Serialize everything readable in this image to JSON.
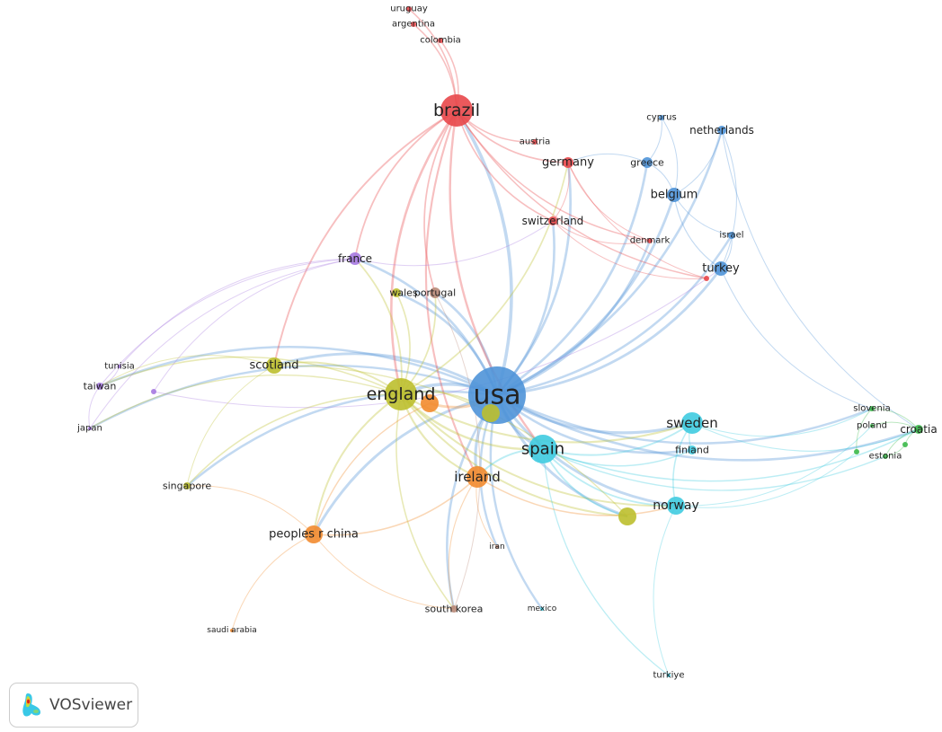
{
  "clusters": {
    "red": "#e8474a",
    "blue": "#4f93d8",
    "purple": "#a679e0",
    "yellow": "#bcbf2e",
    "orange": "#f28b2f",
    "brown": "#b98a78",
    "cyan": "#3fcbe0",
    "green": "#3cb94a"
  },
  "nodes": [
    {
      "id": "brazil",
      "label": "brazil",
      "cluster": "red"
    },
    {
      "id": "germany",
      "label": "germany",
      "cluster": "red"
    },
    {
      "id": "switzerland",
      "label": "switzerland",
      "cluster": "red"
    },
    {
      "id": "austria",
      "label": "austria",
      "cluster": "red"
    },
    {
      "id": "denmark",
      "label": "denmark",
      "cluster": "red"
    },
    {
      "id": "uruguay",
      "label": "uruguay",
      "cluster": "red"
    },
    {
      "id": "argentina",
      "label": "argentina",
      "cluster": "red"
    },
    {
      "id": "colombia",
      "label": "colombia",
      "cluster": "red"
    },
    {
      "id": "red-x",
      "label": "",
      "cluster": "red"
    },
    {
      "id": "usa",
      "label": "usa",
      "cluster": "blue"
    },
    {
      "id": "belgium",
      "label": "belgium",
      "cluster": "blue"
    },
    {
      "id": "turkey",
      "label": "turkey",
      "cluster": "blue"
    },
    {
      "id": "netherlands",
      "label": "netherlands",
      "cluster": "blue"
    },
    {
      "id": "greece",
      "label": "greece",
      "cluster": "blue"
    },
    {
      "id": "cyprus",
      "label": "cyprus",
      "cluster": "blue"
    },
    {
      "id": "israel",
      "label": "israel",
      "cluster": "blue"
    },
    {
      "id": "france",
      "label": "france",
      "cluster": "purple"
    },
    {
      "id": "taiwan",
      "label": "taiwan",
      "cluster": "purple"
    },
    {
      "id": "tunisia",
      "label": "tunisia",
      "cluster": "purple"
    },
    {
      "id": "japan",
      "label": "japan",
      "cluster": "purple"
    },
    {
      "id": "purple-x",
      "label": "",
      "cluster": "purple"
    },
    {
      "id": "england",
      "label": "england",
      "cluster": "yellow"
    },
    {
      "id": "scotland",
      "label": "scotland",
      "cluster": "yellow"
    },
    {
      "id": "wales",
      "label": "wales",
      "cluster": "yellow"
    },
    {
      "id": "singapore",
      "label": "singapore",
      "cluster": "yellow"
    },
    {
      "id": "yellow-x",
      "label": "",
      "cluster": "yellow"
    },
    {
      "id": "yellow-y",
      "label": "",
      "cluster": "yellow"
    },
    {
      "id": "ireland",
      "label": "ireland",
      "cluster": "orange"
    },
    {
      "id": "china",
      "label": "peoples r china",
      "cluster": "orange"
    },
    {
      "id": "orange-x",
      "label": "",
      "cluster": "orange"
    },
    {
      "id": "saudi",
      "label": "saudi arabia",
      "cluster": "orange"
    },
    {
      "id": "portugal",
      "label": "portugal",
      "cluster": "brown"
    },
    {
      "id": "southkorea",
      "label": "south korea",
      "cluster": "brown"
    },
    {
      "id": "iran",
      "label": "iran",
      "cluster": "brown"
    },
    {
      "id": "spain",
      "label": "spain",
      "cluster": "cyan"
    },
    {
      "id": "sweden",
      "label": "sweden",
      "cluster": "cyan"
    },
    {
      "id": "norway",
      "label": "norway",
      "cluster": "cyan"
    },
    {
      "id": "finland",
      "label": "finland",
      "cluster": "cyan"
    },
    {
      "id": "mexico",
      "label": "mexico",
      "cluster": "cyan"
    },
    {
      "id": "turkiye",
      "label": "turkiye",
      "cluster": "cyan"
    },
    {
      "id": "slovenia",
      "label": "slovenia",
      "cluster": "green"
    },
    {
      "id": "poland",
      "label": "poland",
      "cluster": "green"
    },
    {
      "id": "croatia",
      "label": "croatia",
      "cluster": "green"
    },
    {
      "id": "estonia",
      "label": "estonia",
      "cluster": "green"
    },
    {
      "id": "green-x",
      "label": "",
      "cluster": "green"
    },
    {
      "id": "green-y",
      "label": "",
      "cluster": "green"
    }
  ],
  "links": [
    [
      "usa",
      "brazil"
    ],
    [
      "usa",
      "england"
    ],
    [
      "usa",
      "spain"
    ],
    [
      "usa",
      "ireland"
    ],
    [
      "usa",
      "china"
    ],
    [
      "usa",
      "sweden"
    ],
    [
      "usa",
      "norway"
    ],
    [
      "usa",
      "belgium"
    ],
    [
      "usa",
      "turkey"
    ],
    [
      "usa",
      "netherlands"
    ],
    [
      "usa",
      "greece"
    ],
    [
      "usa",
      "france"
    ],
    [
      "usa",
      "scotland"
    ],
    [
      "usa",
      "germany"
    ],
    [
      "usa",
      "switzerland"
    ],
    [
      "usa",
      "southkorea"
    ],
    [
      "usa",
      "portugal"
    ],
    [
      "usa",
      "singapore"
    ],
    [
      "usa",
      "taiwan"
    ],
    [
      "usa",
      "japan"
    ],
    [
      "usa",
      "finland"
    ],
    [
      "usa",
      "croatia"
    ],
    [
      "usa",
      "slovenia"
    ],
    [
      "usa",
      "israel"
    ],
    [
      "usa",
      "denmark"
    ],
    [
      "usa",
      "mexico"
    ],
    [
      "usa",
      "iran"
    ],
    [
      "usa",
      "yellow-x"
    ],
    [
      "usa",
      "wales"
    ],
    [
      "brazil",
      "uruguay"
    ],
    [
      "brazil",
      "argentina"
    ],
    [
      "brazil",
      "colombia"
    ],
    [
      "brazil",
      "germany"
    ],
    [
      "brazil",
      "austria"
    ],
    [
      "brazil",
      "switzerland"
    ],
    [
      "brazil",
      "england"
    ],
    [
      "brazil",
      "portugal"
    ],
    [
      "brazil",
      "spain"
    ],
    [
      "brazil",
      "france"
    ],
    [
      "brazil",
      "red-x"
    ],
    [
      "brazil",
      "ireland"
    ],
    [
      "brazil",
      "scotland"
    ],
    [
      "brazil",
      "denmark"
    ],
    [
      "england",
      "scotland"
    ],
    [
      "england",
      "wales"
    ],
    [
      "england",
      "ireland"
    ],
    [
      "england",
      "spain"
    ],
    [
      "england",
      "china"
    ],
    [
      "england",
      "sweden"
    ],
    [
      "england",
      "norway"
    ],
    [
      "england",
      "singapore"
    ],
    [
      "england",
      "yellow-x"
    ],
    [
      "england",
      "france"
    ],
    [
      "england",
      "germany"
    ],
    [
      "england",
      "southkorea"
    ],
    [
      "england",
      "taiwan"
    ],
    [
      "england",
      "japan"
    ],
    [
      "england",
      "portugal"
    ],
    [
      "spain",
      "sweden"
    ],
    [
      "spain",
      "norway"
    ],
    [
      "spain",
      "finland"
    ],
    [
      "spain",
      "ireland"
    ],
    [
      "spain",
      "croatia"
    ],
    [
      "spain",
      "estonia"
    ],
    [
      "spain",
      "turkiye"
    ],
    [
      "spain",
      "yellow-x"
    ],
    [
      "sweden",
      "norway"
    ],
    [
      "sweden",
      "finland"
    ],
    [
      "sweden",
      "slovenia"
    ],
    [
      "sweden",
      "croatia"
    ],
    [
      "norway",
      "turkiye"
    ],
    [
      "norway",
      "poland"
    ],
    [
      "norway",
      "green-x"
    ],
    [
      "belgium",
      "netherlands"
    ],
    [
      "belgium",
      "greece"
    ],
    [
      "belgium",
      "turkey"
    ],
    [
      "belgium",
      "israel"
    ],
    [
      "belgium",
      "cyprus"
    ],
    [
      "turkey",
      "netherlands"
    ],
    [
      "turkey",
      "israel"
    ],
    [
      "greece",
      "cyprus"
    ],
    [
      "greece",
      "germany"
    ],
    [
      "france",
      "taiwan"
    ],
    [
      "france",
      "tunisia"
    ],
    [
      "france",
      "japan"
    ],
    [
      "france",
      "purple-x"
    ],
    [
      "france",
      "switzerland"
    ],
    [
      "taiwan",
      "tunisia"
    ],
    [
      "taiwan",
      "japan"
    ],
    [
      "purple-x",
      "turkey"
    ],
    [
      "china",
      "southkorea"
    ],
    [
      "china",
      "saudi"
    ],
    [
      "china",
      "ireland"
    ],
    [
      "china",
      "singapore"
    ],
    [
      "ireland",
      "southkorea"
    ],
    [
      "ireland",
      "iran"
    ],
    [
      "ireland",
      "norway"
    ],
    [
      "southkorea",
      "portugal"
    ],
    [
      "switzerland",
      "germany"
    ],
    [
      "switzerland",
      "denmark"
    ],
    [
      "switzerland",
      "red-x"
    ],
    [
      "germany",
      "denmark"
    ],
    [
      "germany",
      "red-x"
    ],
    [
      "croatia",
      "slovenia"
    ],
    [
      "croatia",
      "estonia"
    ],
    [
      "croatia",
      "poland"
    ],
    [
      "croatia",
      "green-y"
    ],
    [
      "slovenia",
      "green-x"
    ],
    [
      "estonia",
      "green-y"
    ],
    [
      "netherlands",
      "croatia"
    ],
    [
      "turkey",
      "slovenia"
    ],
    [
      "scotland",
      "singapore"
    ],
    [
      "scotland",
      "taiwan"
    ],
    [
      "yellow-x",
      "scotland"
    ],
    [
      "orange-x",
      "china"
    ],
    [
      "orange-x",
      "usa"
    ],
    [
      "yellow-y",
      "england"
    ]
  ],
  "logo": {
    "text": "VOSviewer"
  }
}
